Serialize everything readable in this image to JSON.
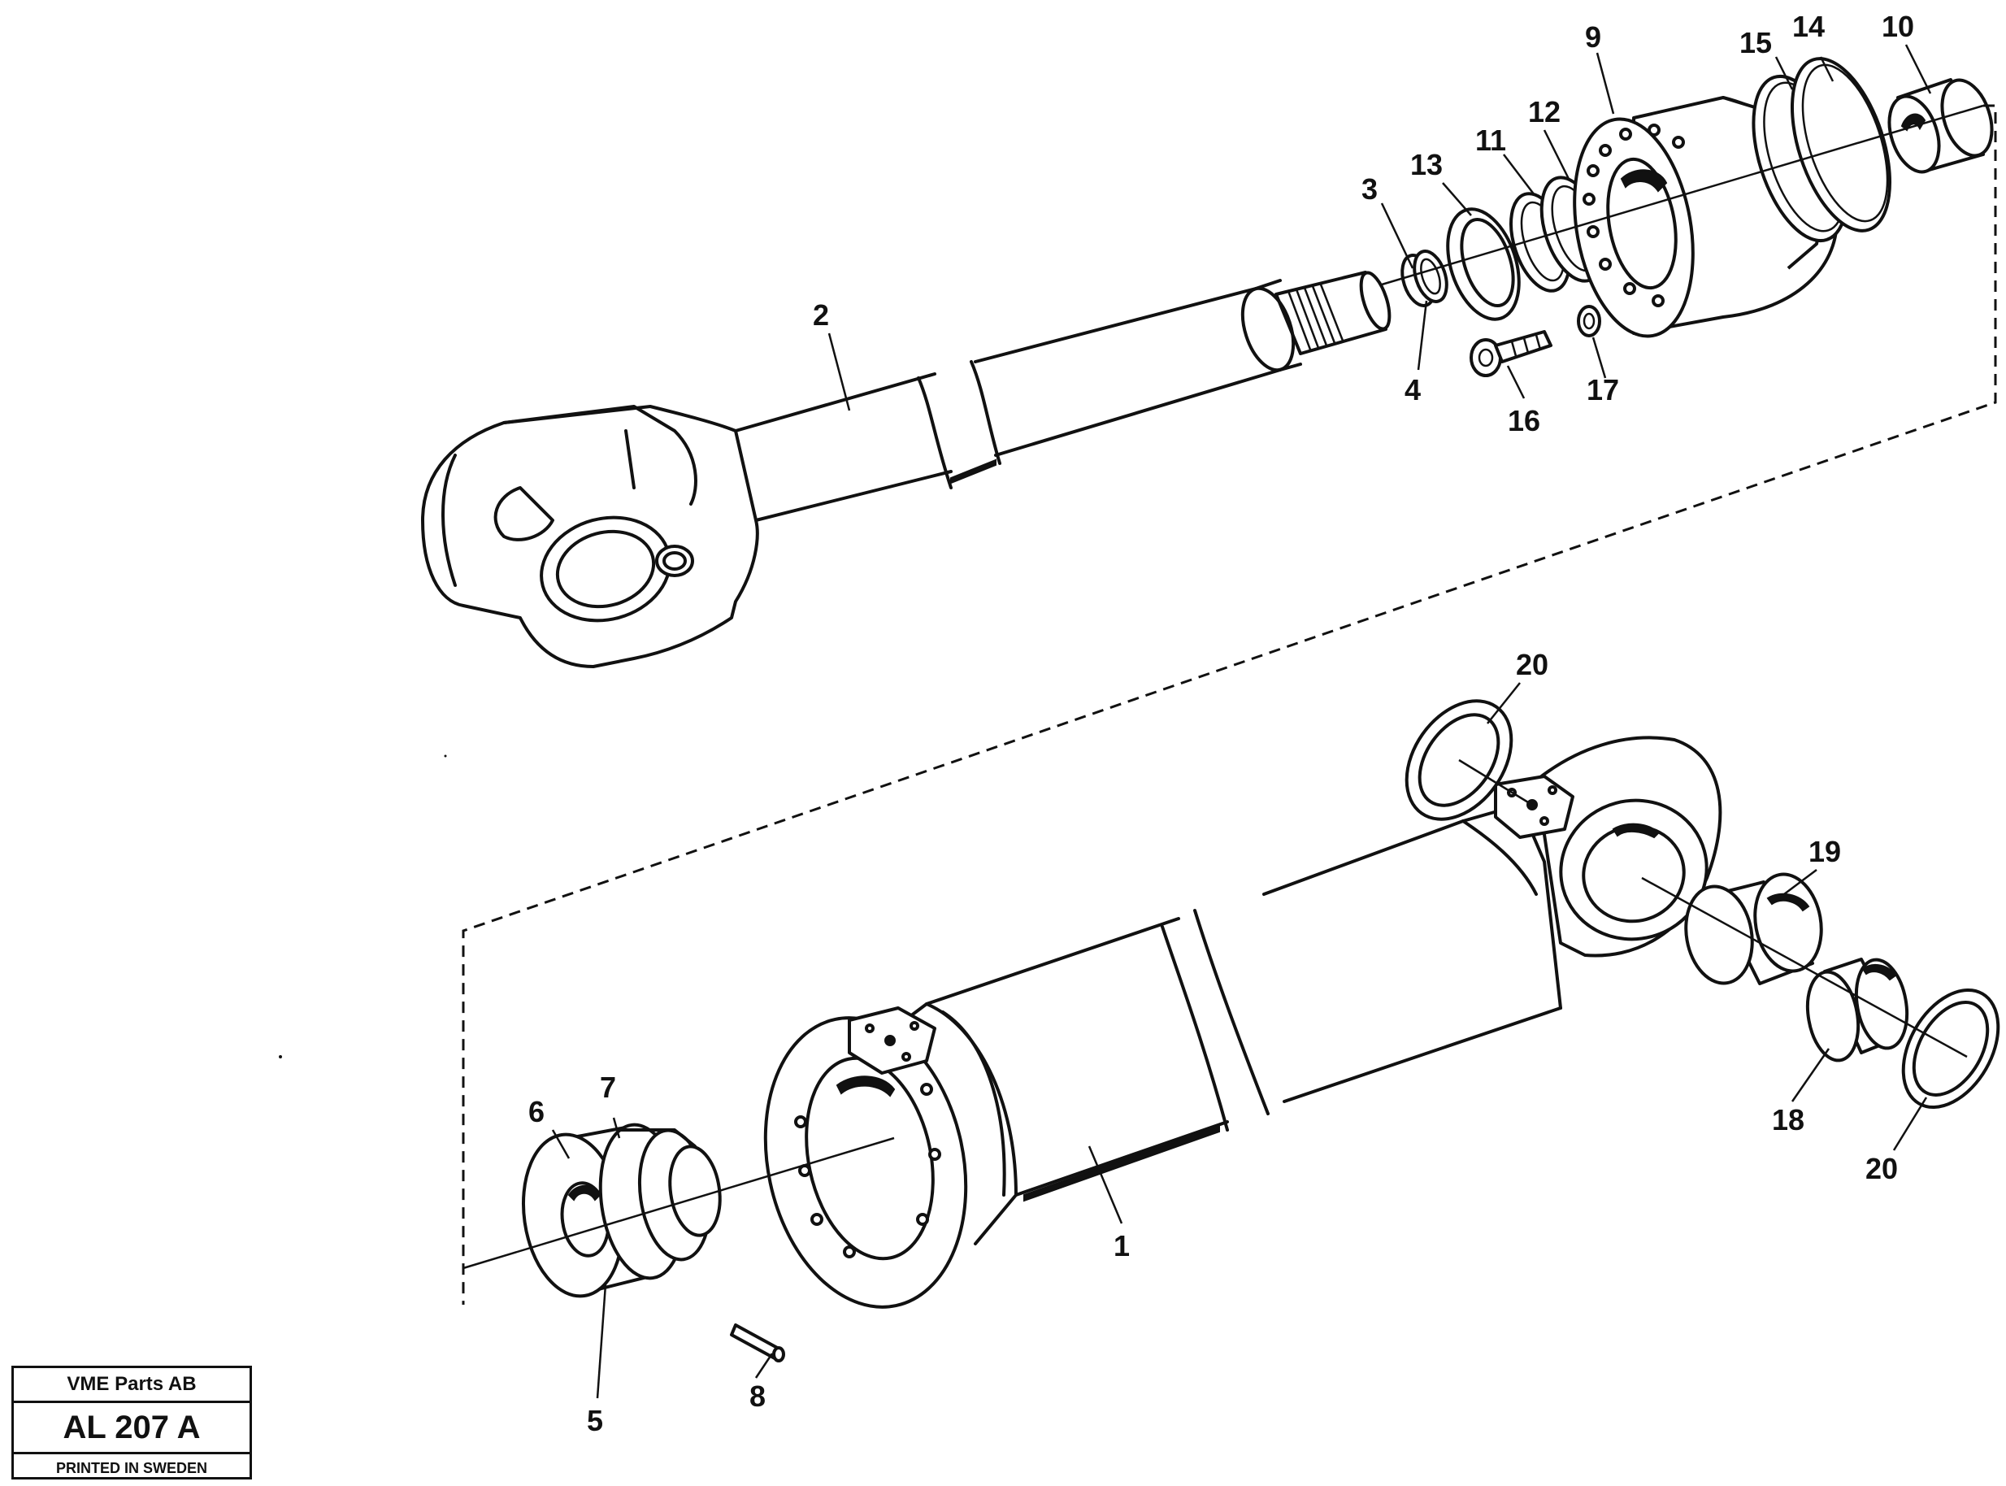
{
  "diagram": {
    "part_labels": {
      "p1": "1",
      "p2": "2",
      "p3": "3",
      "p4": "4",
      "p5": "5",
      "p6": "6",
      "p7": "7",
      "p8": "8",
      "p9": "9",
      "p10": "10",
      "p11": "11",
      "p12": "12",
      "p13": "13",
      "p14": "14",
      "p15": "15",
      "p16": "16",
      "p17": "17",
      "p18": "18",
      "p19": "19",
      "p20a": "20",
      "p20b": "20"
    }
  },
  "title_block": {
    "company": "VME Parts AB",
    "drawing_number": "AL 207 A",
    "printed": "PRINTED IN SWEDEN"
  }
}
